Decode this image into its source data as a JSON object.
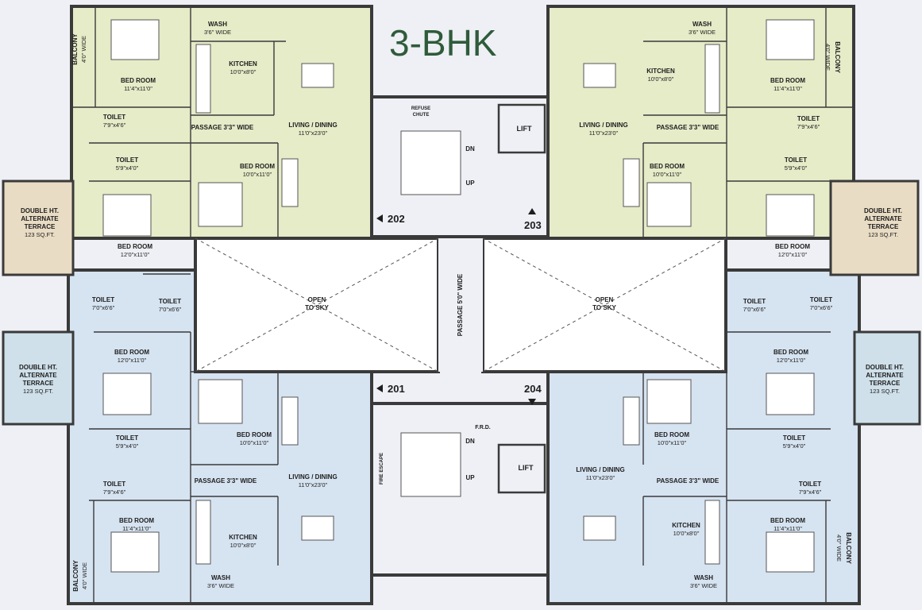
{
  "title": "3-BHK",
  "colors": {
    "green_zone": "#e6ebc8",
    "blue_zone": "#d6e3f1",
    "terrace": "#e9dcc4",
    "wall": "#3a3a3a",
    "open": "#ffffff",
    "title": "#2f5b3a"
  },
  "units": {
    "u201": "201",
    "u202": "202",
    "u203": "203",
    "u204": "204"
  },
  "core": {
    "refuse_chute": [
      "REFUSE",
      "CHUTE"
    ],
    "lift": "LIFT",
    "dn": "DN",
    "up": "UP",
    "frd": "F.R.D.",
    "fire_escape": "FIRE ESCAPE",
    "passage_center": "PASSAGE 5'0\" WIDE",
    "open_to_sky": [
      "OPEN",
      "TO SKY"
    ]
  },
  "rooms": {
    "wash": "WASH",
    "wash_dim": "3'6\" WIDE",
    "kitchen": "KITCHEN",
    "kitchen_dim": "10'0\"x8'0\"",
    "balcony": "BALCONY",
    "balcony_dim": "4'0\" WIDE",
    "bedroom": "BED ROOM",
    "bed_a_dim": "11'4\"x11'0\"",
    "bed_b_dim": "10'0\"x11'0\"",
    "bed_c_dim": "12'0\"x11'0\"",
    "living": "LIVING / DINING",
    "living_dim": "11'0\"x23'0\"",
    "passage": "PASSAGE 3'3\" WIDE",
    "toilet": "TOILET",
    "toilet_a_dim": "7'9\"x4'6\"",
    "toilet_b_dim": "5'9\"x4'0\"",
    "toilet_c_dim": "7'0\"x6'6\"",
    "terrace_1": "DOUBLE HT.",
    "terrace_2": "ALTERNATE",
    "terrace_3": "TERRACE",
    "terrace_dim": "123 SQ.FT."
  }
}
